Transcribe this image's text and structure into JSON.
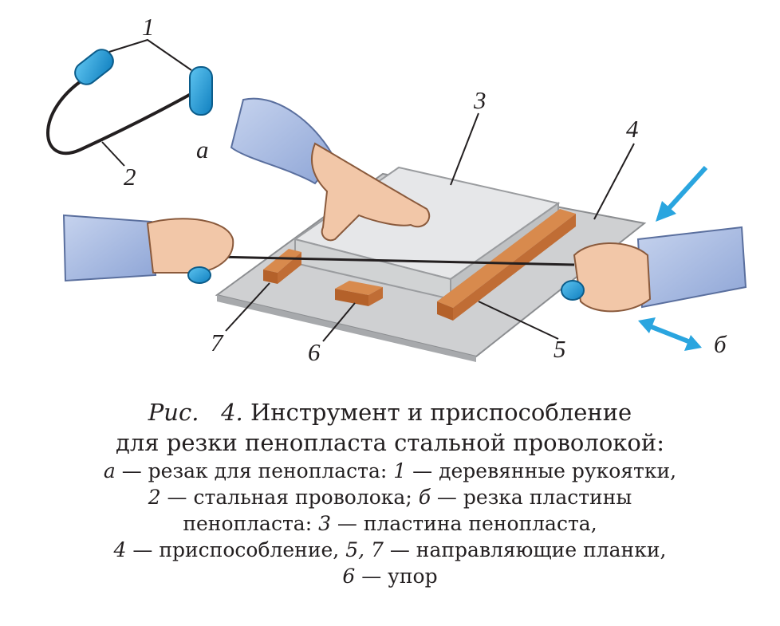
{
  "labels": {
    "n1": "1",
    "n2": "2",
    "n3": "3",
    "n4": "4",
    "n5": "5",
    "n6": "6",
    "n7": "7",
    "a": "а",
    "b": "б"
  },
  "caption": {
    "fig_prefix": "Рис.",
    "fig_number": "4.",
    "line1_text": " Инструмент и приспособление",
    "line2": "для резки пенопласта стальной проволокой:",
    "line3": [
      {
        "t": "а",
        "i": true
      },
      {
        "t": " — резак для пенопласта: ",
        "i": false
      },
      {
        "t": "1",
        "i": true
      },
      {
        "t": " — деревянные рукоятки,",
        "i": false
      }
    ],
    "line4": [
      {
        "t": "2",
        "i": true
      },
      {
        "t": " — стальная проволока; ",
        "i": false
      },
      {
        "t": "б",
        "i": true
      },
      {
        "t": " — резка пластины",
        "i": false
      }
    ],
    "line5": [
      {
        "t": "пенопласта: ",
        "i": false
      },
      {
        "t": "3",
        "i": true
      },
      {
        "t": " — пластина пенопласта,",
        "i": false
      }
    ],
    "line6": [
      {
        "t": "4",
        "i": true
      },
      {
        "t": " — приспособление, ",
        "i": false
      },
      {
        "t": "5, 7",
        "i": true
      },
      {
        "t": " — направляющие планки,",
        "i": false
      }
    ],
    "line7": [
      {
        "t": "6",
        "i": true
      },
      {
        "t": " — упор",
        "i": false
      }
    ]
  },
  "colors": {
    "handle": "#1a9bd7",
    "wood": "#c8743a",
    "foam": "#e6e7e9",
    "board": "#cfd0d2",
    "sleeve": "#9fb3dd",
    "skin": "#f2c7a8",
    "arrow": "#2aa5df"
  }
}
